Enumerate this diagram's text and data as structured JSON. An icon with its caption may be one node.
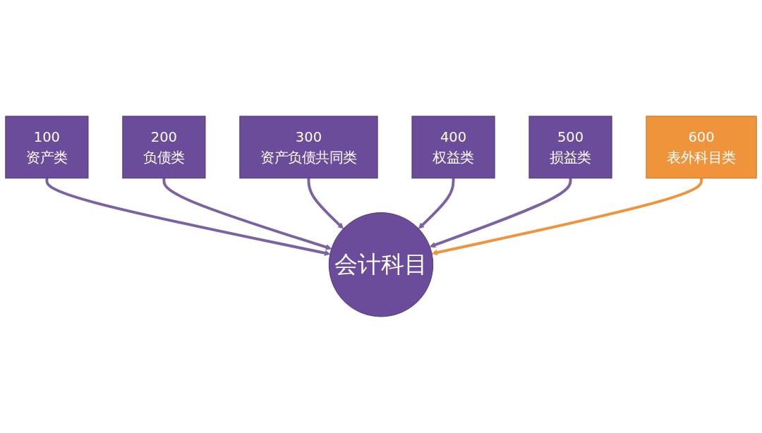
{
  "diagram": {
    "nodes": [
      {
        "text": [
          "300",
          "资产负债共同类"
        ]
      },
      {
        "text": [
          "400",
          "权益类"
        ]
      },
      {
        "text": [
          "200",
          "负债类"
        ]
      },
      {
        "text": [
          "500",
          "损益类"
        ]
      },
      {
        "text": [
          "会计科目"
        ]
      },
      {
        "text": [
          "100",
          "资产类"
        ]
      },
      {
        "text": [
          "600",
          "表外科目类"
        ]
      }
    ],
    "edges": [
      {
        "from": 5,
        "to": 4,
        "arrow": "to"
      },
      {
        "from": 2,
        "to": 4,
        "arrow": "to"
      },
      {
        "from": 0,
        "to": 4,
        "arrow": "to"
      },
      {
        "from": 1,
        "to": 4,
        "arrow": "to"
      },
      {
        "from": 3,
        "to": 4,
        "arrow": "to"
      },
      {
        "from": 6,
        "to": 4,
        "arrow": "to",
        "color": "#f0943c"
      }
    ]
  }
}
